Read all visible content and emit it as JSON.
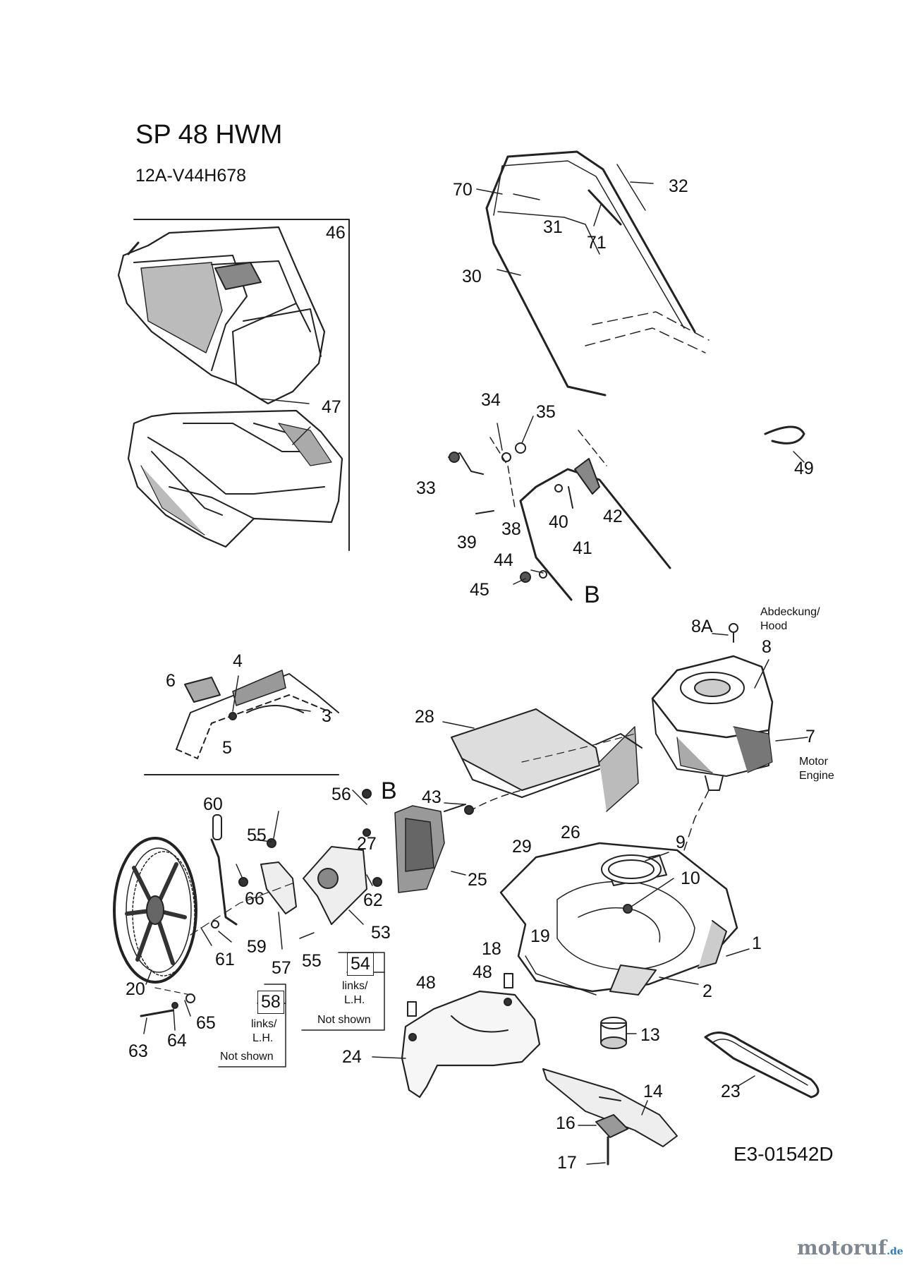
{
  "header": {
    "title": "SP 48 HWM",
    "model_number": "12A-V44H678"
  },
  "drawing_code": "E3-01542D",
  "watermark": {
    "brand": "motoruf",
    "tld": ".de"
  },
  "callouts": {
    "p1": "1",
    "p2": "2",
    "p3": "3",
    "p4": "4",
    "p5": "5",
    "p6": "6",
    "p7": "7",
    "p8": "8",
    "p8a": "8A",
    "p9": "9",
    "p10": "10",
    "p13": "13",
    "p14": "14",
    "p16": "16",
    "p17": "17",
    "p18": "18",
    "p19": "19",
    "p20": "20",
    "p23": "23",
    "p24": "24",
    "p25": "25",
    "p26": "26",
    "p27": "27",
    "p28": "28",
    "p29": "29",
    "p30": "30",
    "p31": "31",
    "p32": "32",
    "p33": "33",
    "p34": "34",
    "p35": "35",
    "p38": "38",
    "p39": "39",
    "p40": "40",
    "p41": "41",
    "p42": "42",
    "p43": "43",
    "p44": "44",
    "p45": "45",
    "p46": "46",
    "p47": "47",
    "p48a": "48",
    "p48b": "48",
    "p49": "49",
    "p53": "53",
    "p54": "54",
    "p55a": "55",
    "p55b": "55",
    "p56": "56",
    "p57": "57",
    "p58": "58",
    "p59": "59",
    "p60": "60",
    "p61": "61",
    "p62": "62",
    "p63": "63",
    "p64": "64",
    "p65": "65",
    "p66": "66",
    "p70": "70",
    "p71": "71"
  },
  "detail_markers": {
    "b_upper": "B",
    "b_lower": "B"
  },
  "notes": {
    "hood_de": "Abdeckung/",
    "hood_en": "Hood",
    "engine_de": "Motor",
    "engine_en": "Engine",
    "box54_de": "links/",
    "box54_en": "L.H.",
    "box54_note": "Not shown",
    "box58_de": "links/",
    "box58_en": "L.H.",
    "box58_note": "Not shown"
  }
}
